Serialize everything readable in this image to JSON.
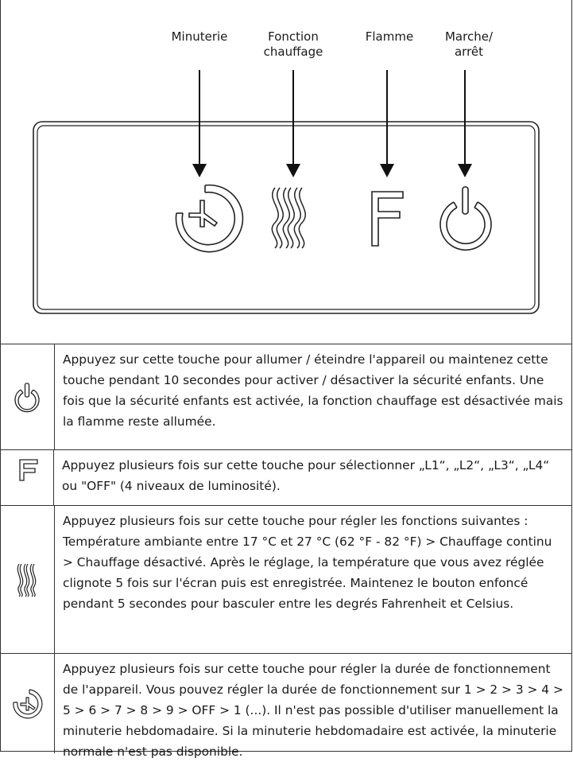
{
  "diagram": {
    "labels": {
      "minuterie": "Minuterie",
      "fonction_l1": "Fonction",
      "fonction_l2": "chauffage",
      "flamme": "Flamme",
      "marche_l1": "Marche/",
      "marche_l2": "arrêt"
    },
    "flame_glyph": "F"
  },
  "rows": [
    {
      "icon": "power-icon",
      "text": "Appuyez sur cette touche pour allumer / éteindre l'appareil ou maintenez cette touche pendant 10 secondes pour activer / désactiver la sécurité enfants. Une fois que la sécurité enfants est activée, la fonction chauffage est désactivée mais la flamme reste allumée."
    },
    {
      "icon": "flame-icon",
      "glyph": "F",
      "text": "Appuyez plusieurs fois sur cette touche pour sélectionner „L1“, „L2“, „L3“, „L4“ ou \"OFF\" (4 niveaux de luminosité)."
    },
    {
      "icon": "heating-icon",
      "text": "Appuyez plusieurs fois sur cette touche pour régler les fonctions suivantes : Température ambiante entre 17 °C et 27 °C (62 °F - 82 °F) > Chauffage continu > Chauffage désactivé. Après le réglage, la température que vous avez réglée clignote 5 fois sur l'écran puis est enregistrée. Maintenez le bouton enfoncé pendant 5 secondes pour basculer entre les degrés Fahrenheit et Celsius."
    },
    {
      "icon": "timer-icon",
      "text": "Appuyez plusieurs fois sur cette touche pour régler la durée de fonctionnement de l'appareil. Vous pouvez régler la durée de fonctionnement sur 1 > 2 > 3 > 4 > 5 > 6 > 7 > 8 > 9 > OFF > 1 (...). Il n'est pas possible d'utiliser manuellement la minuterie hebdomadaire. Si la minuterie hebdomadaire est activée, la minuterie normale n'est pas disponible."
    }
  ]
}
